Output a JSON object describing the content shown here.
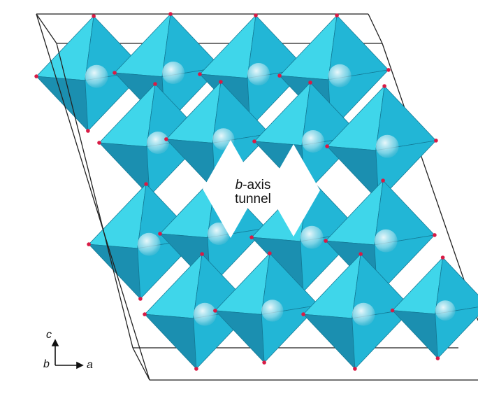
{
  "labels": {
    "tunnel_prefix": "b",
    "tunnel_rest": "-axis",
    "tunnel_line2": "tunnel"
  },
  "axes": {
    "a": "a",
    "b": "b",
    "c": "c"
  },
  "colors": {
    "face_light": "#3fd6ea",
    "face_mid": "#22b6d6",
    "face_dark": "#1b8fb0",
    "vertex": "#d81b45",
    "cell_edge": "#222222",
    "cation": "#d9f3f8"
  }
}
